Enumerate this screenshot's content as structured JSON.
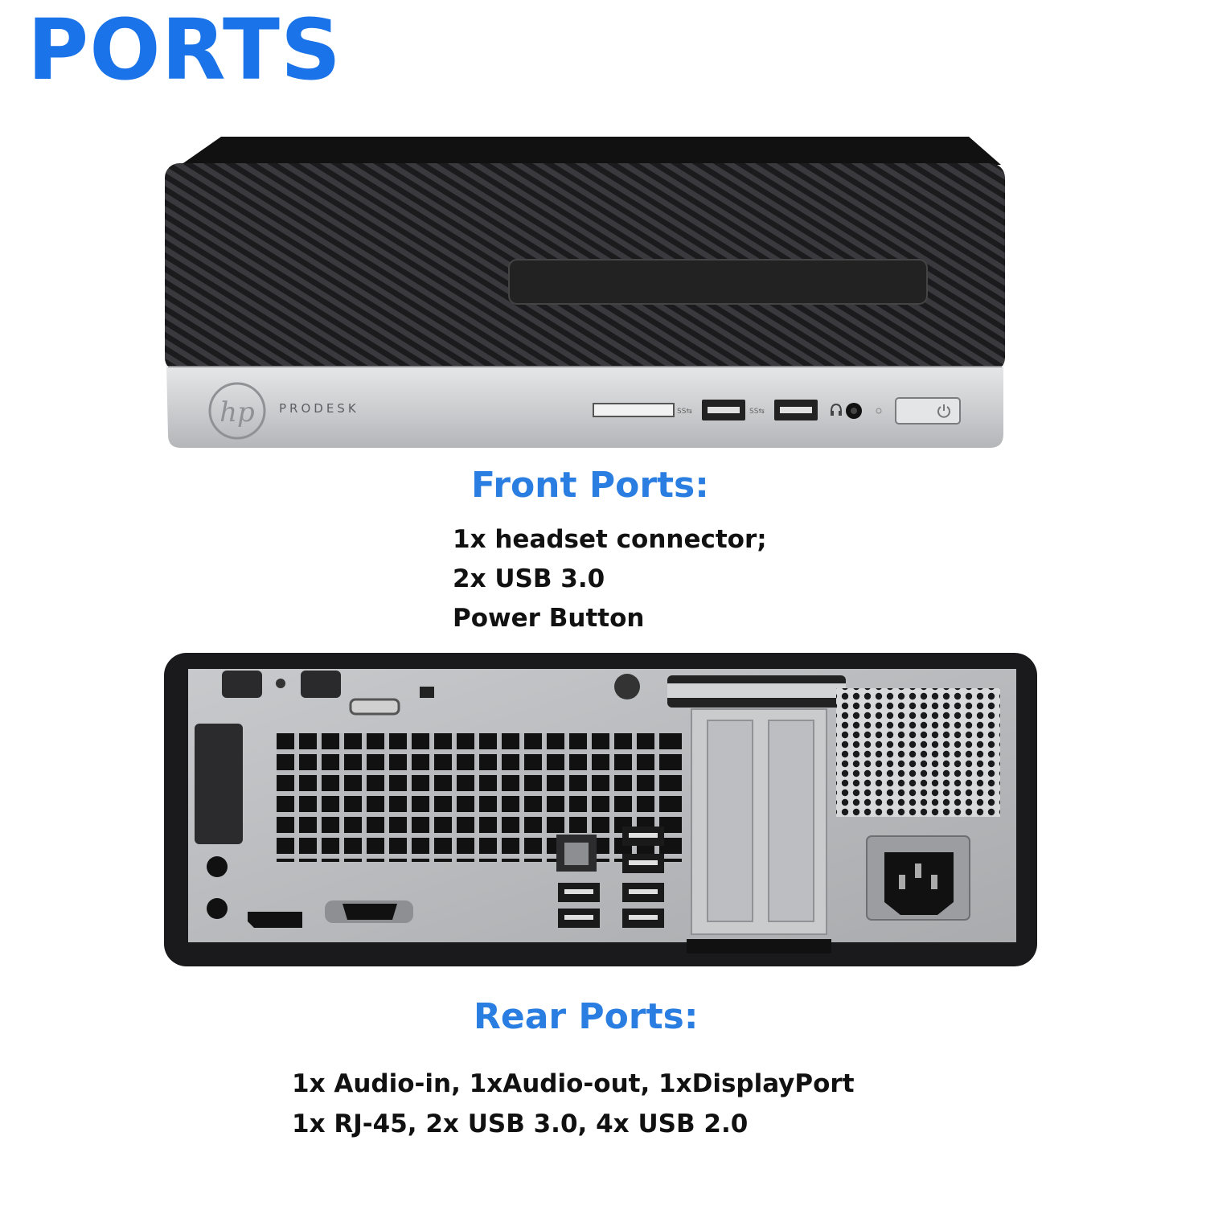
{
  "title": "PORTS",
  "front_unit": {
    "brand_logo": "hp",
    "model": "PRODESK",
    "icons": [
      "usb-superspeed-icon",
      "headset-icon",
      "power-icon"
    ]
  },
  "front": {
    "heading": "Front Ports:",
    "items": [
      "1x headset connector;",
      "2x USB 3.0",
      "Power Button"
    ]
  },
  "rear": {
    "heading": "Rear Ports:",
    "items": [
      "1x Audio-in, 1xAudio-out, 1xDisplayPort",
      "1x RJ-45, 2x USB 3.0, 4x USB 2.0"
    ]
  },
  "colors": {
    "accent": "#1a73e8",
    "heading": "#2a7de1",
    "chassis_black": "#1c1c1e",
    "chassis_silver": "#c9cbce",
    "rear_panel": "#b8babd"
  }
}
